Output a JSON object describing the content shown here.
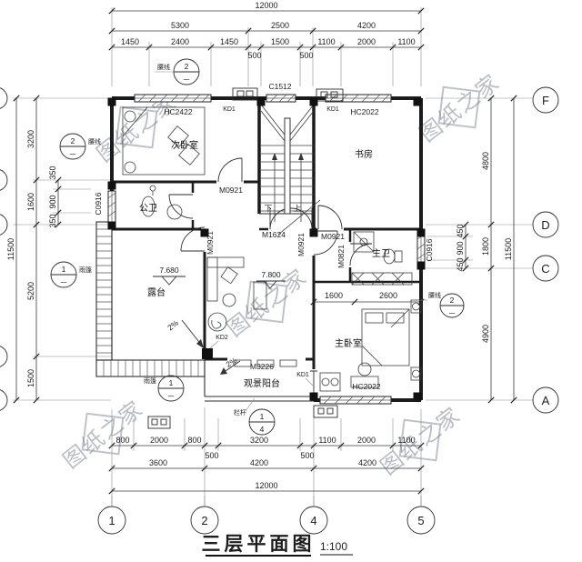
{
  "drawing": {
    "title": "三层平面图",
    "scale": "1:100"
  },
  "watermark": "图纸之家",
  "axes": {
    "bottom": [
      "1",
      "2",
      "4",
      "5"
    ],
    "right": [
      "F",
      "D",
      "C",
      "A"
    ]
  },
  "dims": {
    "top": {
      "overall": "12000",
      "major": [
        "5300",
        "2500",
        "4200"
      ],
      "minor": [
        "1450",
        "2400",
        "1450",
        "1500",
        "1100",
        "2000",
        "1100"
      ],
      "offsets": [
        "500",
        "500"
      ]
    },
    "bottom": {
      "overall": "12000",
      "major": [
        "3600",
        "4200",
        "4200"
      ],
      "minor": [
        "800",
        "2000",
        "800",
        "3200",
        "1100",
        "2000",
        "1100"
      ],
      "offsets": [
        "500",
        "500"
      ]
    },
    "left": {
      "overall": "11500",
      "chain": [
        "3200",
        "1600",
        "5200",
        "1500"
      ],
      "window": [
        "350",
        "900",
        "350"
      ]
    },
    "right": {
      "overall": "11500",
      "chain": [
        "4800",
        "1800",
        "4900"
      ],
      "window": [
        "450",
        "900",
        "450"
      ]
    },
    "inner": [
      "1600",
      "2600"
    ]
  },
  "rooms": {
    "bedroom2": "次卧室",
    "study": "书房",
    "bath2": "公卫",
    "bath1": "主卫",
    "terrace": "露台",
    "bedroom1": "主卧室",
    "balcony": "观景阳台"
  },
  "levels": {
    "terrace": "7.680",
    "living": "7.800"
  },
  "openings": {
    "hc2422": "HC2422",
    "c1512": "C1512",
    "hc2022": "HC2022",
    "c0916": "C0916",
    "m0921": "M0921",
    "m0821": "M0821",
    "m1624": "M1624",
    "m3226": "M3226",
    "kd1": "KD1",
    "kd2": "KD2"
  },
  "stair": {
    "down": "下",
    "up": "上"
  },
  "notes": {
    "waistline": "腰线",
    "canopy": "雨篷",
    "railing": "栏杆",
    "slope": "2%"
  },
  "callouts": {
    "waist_top": {
      "num": "2",
      "sheet": "一"
    },
    "waist_left": {
      "num": "2",
      "sheet": "一"
    },
    "waist_right": {
      "num": "2",
      "sheet": "一"
    },
    "canopy_left": {
      "num": "1",
      "sheet": "一"
    },
    "canopy_bottom": {
      "num": "1",
      "sheet": "一"
    },
    "railing": {
      "num": "1",
      "sheet": "4"
    }
  }
}
